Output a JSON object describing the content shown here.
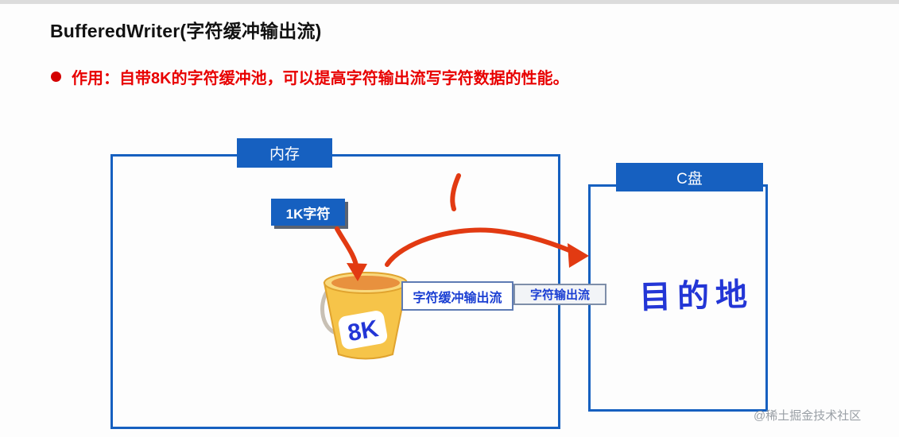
{
  "page": {
    "title": "BufferedWriter(字符缓冲输出流)",
    "bullet_text": "作用：自带8K的字符缓冲池，可以提高字符输出流写字符数据的性能。",
    "watermark": "@稀土掘金技术社区"
  },
  "diagram": {
    "memory_label": "内存",
    "cdrive_label": "C盘",
    "chunk_label": "1K字符",
    "bucket_label": "8K",
    "buffered_stream_label": "字符缓冲输出流",
    "stream_label": "字符输出流",
    "destination_label": "目的地"
  },
  "colors": {
    "primary_blue": "#1660c0",
    "annotation_red": "#e23a12",
    "handwriting_blue": "#2336d6",
    "bucket_yellow": "#f6c449",
    "bullet_red": "#e80000"
  }
}
